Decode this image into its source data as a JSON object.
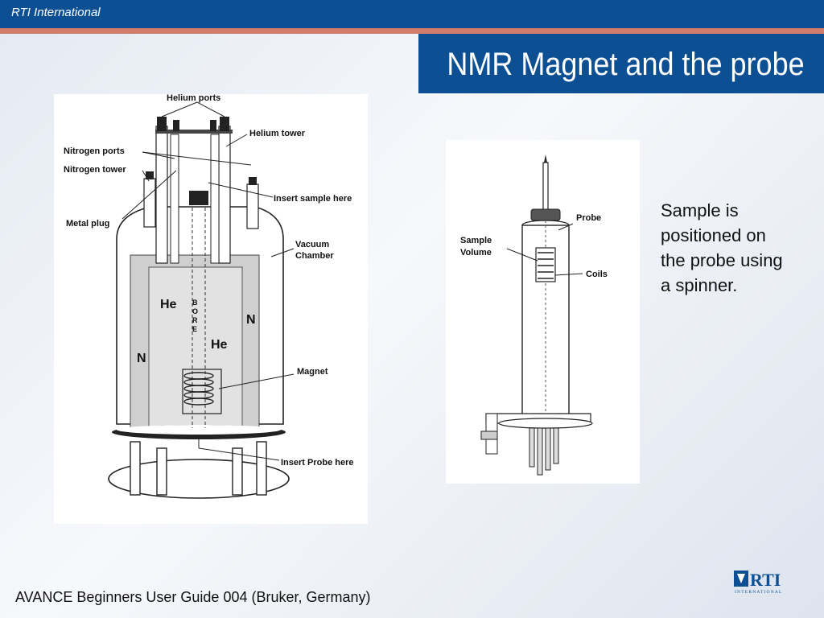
{
  "header": {
    "org_name": "RTI International",
    "title": "NMR Magnet and the probe",
    "bar_color": "#0d4f93",
    "stripe_color": "#d07c6a"
  },
  "magnet_figure": {
    "labels": {
      "helium_ports": "Helium ports",
      "helium_tower": "Helium tower",
      "nitrogen_ports": "Nitrogen ports",
      "nitrogen_tower": "Nitrogen tower",
      "insert_sample": "Insert sample here",
      "metal_plug": "Metal plug",
      "vacuum_chamber_1": "Vacuum",
      "vacuum_chamber_2": "Chamber",
      "he_left": "He",
      "he_right": "He",
      "n_left": "N",
      "n_right": "N",
      "bore": [
        "B",
        "O",
        "R",
        "E"
      ],
      "magnet": "Magnet",
      "insert_probe": "Insert Probe here"
    }
  },
  "probe_figure": {
    "labels": {
      "probe": "Probe",
      "sample_volume_1": "Sample",
      "sample_volume_2": "Volume",
      "coils": "Coils"
    }
  },
  "caption": {
    "lines": [
      "Sample is",
      "positioned on",
      "the probe using",
      "a spinner."
    ]
  },
  "footer": {
    "source": "AVANCE Beginners User Guide 004 (Bruker, Germany)",
    "logo_text": "RTI",
    "logo_subtext": "INTERNATIONAL",
    "logo_color": "#0d4f93"
  }
}
